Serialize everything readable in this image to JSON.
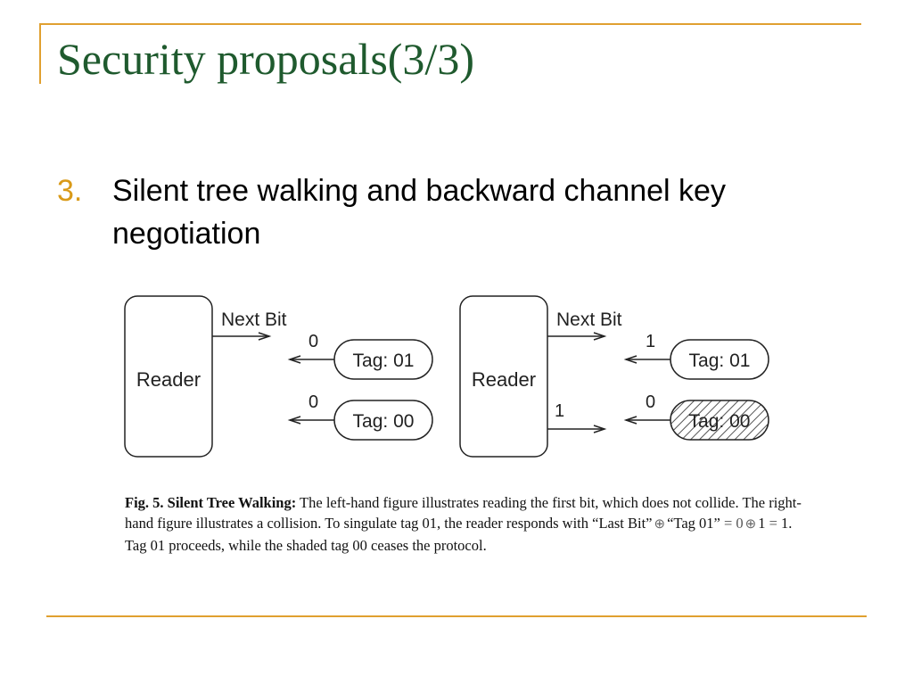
{
  "slide": {
    "title": "Security proposals(3/3)",
    "bullet": {
      "number": "3.",
      "text": "Silent tree walking and backward channel key negotiation"
    }
  },
  "diagram": {
    "left": {
      "reader_label": "Reader",
      "request_label": "Next Bit",
      "tags": [
        {
          "label": "Tag: 01",
          "reply_bit": "0",
          "shaded": false
        },
        {
          "label": "Tag: 00",
          "reply_bit": "0",
          "shaded": false
        }
      ]
    },
    "right": {
      "reader_label": "Reader",
      "request_label": "Next Bit",
      "response_bit": "1",
      "tags": [
        {
          "label": "Tag: 01",
          "reply_bit": "1",
          "shaded": false
        },
        {
          "label": "Tag: 00",
          "reply_bit": "0",
          "shaded": true
        }
      ]
    }
  },
  "caption": {
    "heading": "Fig. 5. Silent Tree Walking:",
    "line1": "The left-hand figure illustrates reading the first bit, which does not collide. The right-hand figure illustrates a collision. To singulate tag 01, the reader responds with",
    "q1": "“Last Bit”",
    "xor1": "⊕",
    "q2": "“Tag 01”",
    "eq1": "=",
    "b0": "0",
    "xor2": "⊕",
    "b1": "1",
    "eq2": "=",
    "result": "1",
    "tail": ". Tag 01 proceeds, while the shaded tag 00 ceases the protocol."
  }
}
